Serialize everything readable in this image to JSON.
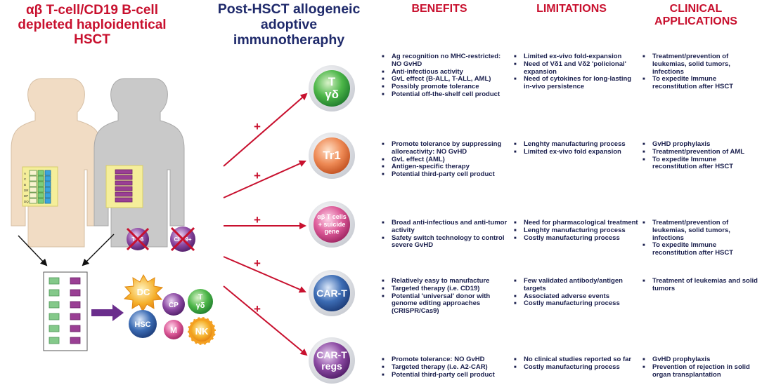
{
  "titles": {
    "left": "αβ T-cell/CD19 B-cell depleted haploidentical HSCT",
    "middle": "Post-HSCT allogeneic adoptive immunotheraphy"
  },
  "columns": {
    "benefits": "BENEFITS",
    "limitations": "LIMITATIONS",
    "clinical": "CLINICAL APPLICATIONS"
  },
  "left_panel": {
    "hla_labels": [
      "A",
      "C",
      "B",
      "DR",
      "DP",
      "DQ"
    ],
    "depleted_cells": [
      "T αβ",
      "CD19+"
    ],
    "cell_mix": [
      "DC",
      "CP",
      "T γδ",
      "HSC",
      "M",
      "NK"
    ]
  },
  "plus_sign": "+",
  "therapies": [
    {
      "name": "T γδ",
      "name_lines": [
        "T",
        "γδ"
      ],
      "color": "#3fae49",
      "benefits": [
        "Ag recognition no MHC-restricted: NO GvHD",
        "Anti-infectious activity",
        "GvL effect (B-ALL, T-ALL, AML)",
        "Possibly promote tolerance",
        "Potential off-the-shelf cell product"
      ],
      "limitations": [
        "Limited ex-vivo fold-expansion",
        "Need of Vδ1 and Vδ2 'policional' expansion",
        "Need of cytokines for long-lasting in-vivo persistence"
      ],
      "clinical": [
        "Treatment/prevention of leukemias, solid tumors, infections",
        "To expedite Immune reconstitution after HSCT"
      ]
    },
    {
      "name": "Tr1",
      "name_lines": [
        "Tr1"
      ],
      "color": "#e8794a",
      "benefits": [
        "Promote tolerance by suppressing alloreactivity: NO GvHD",
        "GvL effect (AML)",
        "Antigen-specific therapy",
        "Potential third-party cell product"
      ],
      "limitations": [
        "Lenghty manufacturing process",
        "Limited ex-vivo fold expansion"
      ],
      "clinical": [
        "GvHD prophylaxis",
        "Treatment/prevention of AML",
        "To expedite Immune reconstitution after HSCT"
      ]
    },
    {
      "name": "αβ T cells + suicide gene",
      "name_lines": [
        "αβ T cells",
        "+ suicide",
        "gene"
      ],
      "color": "#d44c8a",
      "benefits": [
        "Broad anti-infectious and anti-tumor activity",
        "Safety switch technology to control severe GvHD"
      ],
      "limitations": [
        "Need for pharmacological treatment",
        "Lenghty manufacturing process",
        "Costly manufacturing process"
      ],
      "clinical": [
        "Treatment/prevention of leukemias, solid tumors, infections",
        "To expedite Immune reconstitution after HSCT"
      ]
    },
    {
      "name": "CAR-T",
      "name_lines": [
        "CAR-T"
      ],
      "color": "#2f5fa8",
      "benefits": [
        "Relatively easy to manufacture",
        "Targeted therapy (i.e. CD19)",
        "Potential 'universal' donor with genome editing approaches (CRISPR/Cas9)"
      ],
      "limitations": [
        "Few validated antibody/antigen targets",
        "Associated adverse events",
        "Costly manufacturing process"
      ],
      "clinical": [
        "Treatment of leukemias and solid tumors"
      ]
    },
    {
      "name": "CAR-T regs",
      "name_lines": [
        "CAR-T",
        "regs"
      ],
      "color": "#7a3d8f",
      "benefits": [
        "Promote tolerance: NO GvHD",
        "Targeted therapy (i.e. A2-CAR)",
        "Potential third-party cell product"
      ],
      "limitations": [
        "No clinical studies reported so far",
        "Costly manufacturing process"
      ],
      "clinical": [
        "GvHD prophylaxis",
        "Prevention of rejection in solid organ transplantation"
      ]
    }
  ]
}
